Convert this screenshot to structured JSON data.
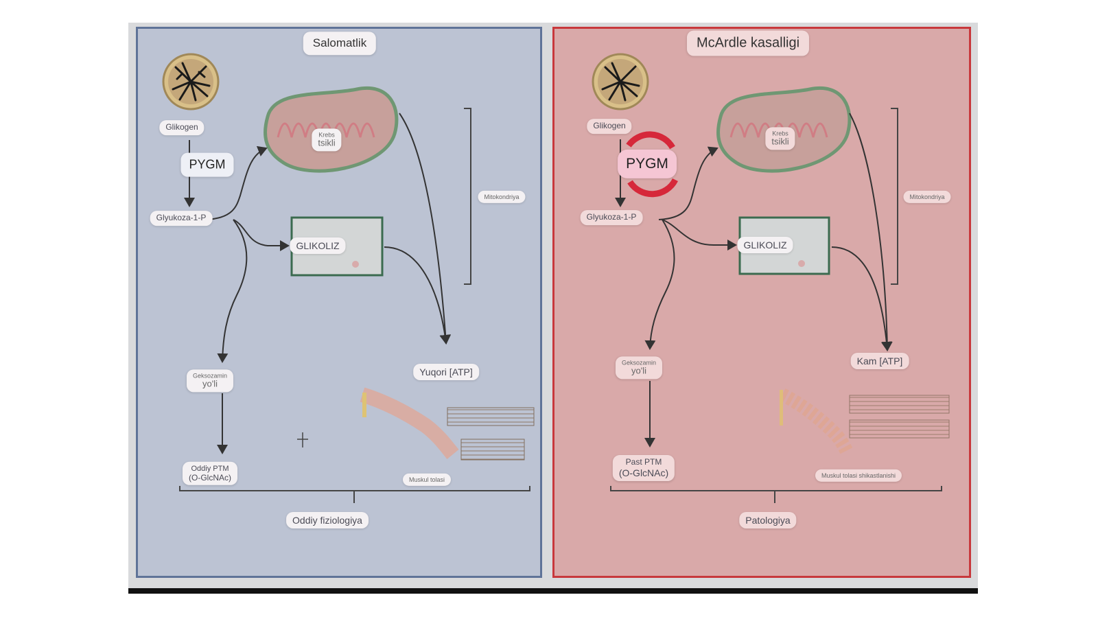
{
  "colors": {
    "health_panel_bg": "#bcc3d3",
    "health_panel_border": "#5f7398",
    "mcardle_panel_bg": "#d9a9a9",
    "mcardle_panel_border": "#c8383c",
    "pygm_defect_ring": "#d6283a",
    "mitochondria_fill": "#c7a09b",
    "mitochondria_outline": "#6f9773",
    "glycolysis_box_fill": "#d3d6d6",
    "glycolysis_box_outline": "#3b6b4f"
  },
  "health": {
    "title": "Salomatlik",
    "glycogen": "Glikogen",
    "pygm": "PYGM",
    "g1p": "Glyukoza-1-P",
    "krebs_1": "Krebs",
    "krebs_2": "tsikli",
    "glycolysis": "GLIKOLIZ",
    "mito_side": "Mitokondriya",
    "hexosamine_1": "Geksozamin",
    "hexosamine_2": "yo'li",
    "atp": "Yuqori [ATP]",
    "ptm_1": "Oddiy PTM",
    "ptm_2": "(O-GlcNAc)",
    "muscle": "Muskul tolasi",
    "outcome": "Oddiy fiziologiya"
  },
  "mcardle": {
    "title": "McArdle kasalligi",
    "glycogen": "Glikogen",
    "pygm": "PYGM",
    "g1p": "Glyukoza-1-P",
    "krebs_1": "Krebs",
    "krebs_2": "tsikli",
    "glycolysis": "GLIKOLIZ",
    "mito_side": "Mitokondriya",
    "hexosamine_1": "Geksozamin",
    "hexosamine_2": "yo'li",
    "atp": "Kam [ATP]",
    "ptm_1": "Past PTM",
    "ptm_2": "(O-GlcNAc)",
    "muscle": "Muskul tolasi shikastlanishi",
    "outcome": "Patologiya"
  }
}
